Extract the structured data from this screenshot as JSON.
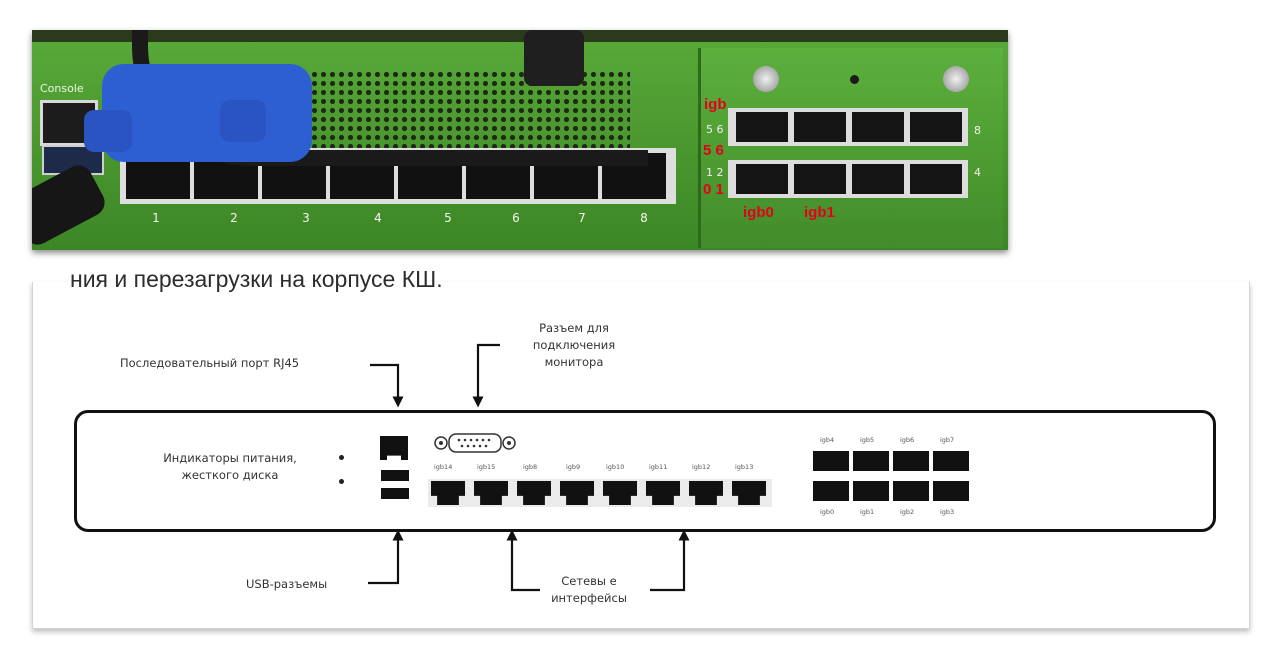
{
  "photo": {
    "console_label": "Console",
    "rj45_port_numbers": [
      "1",
      "2",
      "3",
      "4",
      "5",
      "6",
      "7",
      "8"
    ],
    "sfp_bank_numbers": {
      "upper_right": "8",
      "lower_right": "4"
    },
    "printed_pairs": {
      "upper": "5 6",
      "lower": "1 2"
    },
    "annotations": {
      "igb": "igb",
      "upper_pair": "5 6",
      "lower_pair": "0 1",
      "igb0": "igb0",
      "igb1": "igb1"
    },
    "annotation_color": "#e4001b"
  },
  "document": {
    "cut_text": "ния и перезагрузки на корпусе КШ.",
    "serial_port_label": "Последовательный порт RJ45",
    "monitor_connector_label": [
      "Разъем для",
      "подключения",
      "монитора"
    ],
    "indicators_label": [
      "Индикаторы питания,",
      "жесткого диска"
    ],
    "usb_label": "USB-разъемы",
    "network_interfaces_label": [
      "Сетевы е",
      "интерфейсы"
    ],
    "rj45_port_labels": [
      "igb14",
      "igb15",
      "igb8",
      "igb9",
      "igb10",
      "igb11",
      "igb12",
      "igb13"
    ],
    "sfp_top_labels": [
      "igb4",
      "igb5",
      "igb6",
      "igb7"
    ],
    "sfp_bottom_labels": [
      "igb0",
      "igb1",
      "igb2",
      "igb3"
    ]
  }
}
